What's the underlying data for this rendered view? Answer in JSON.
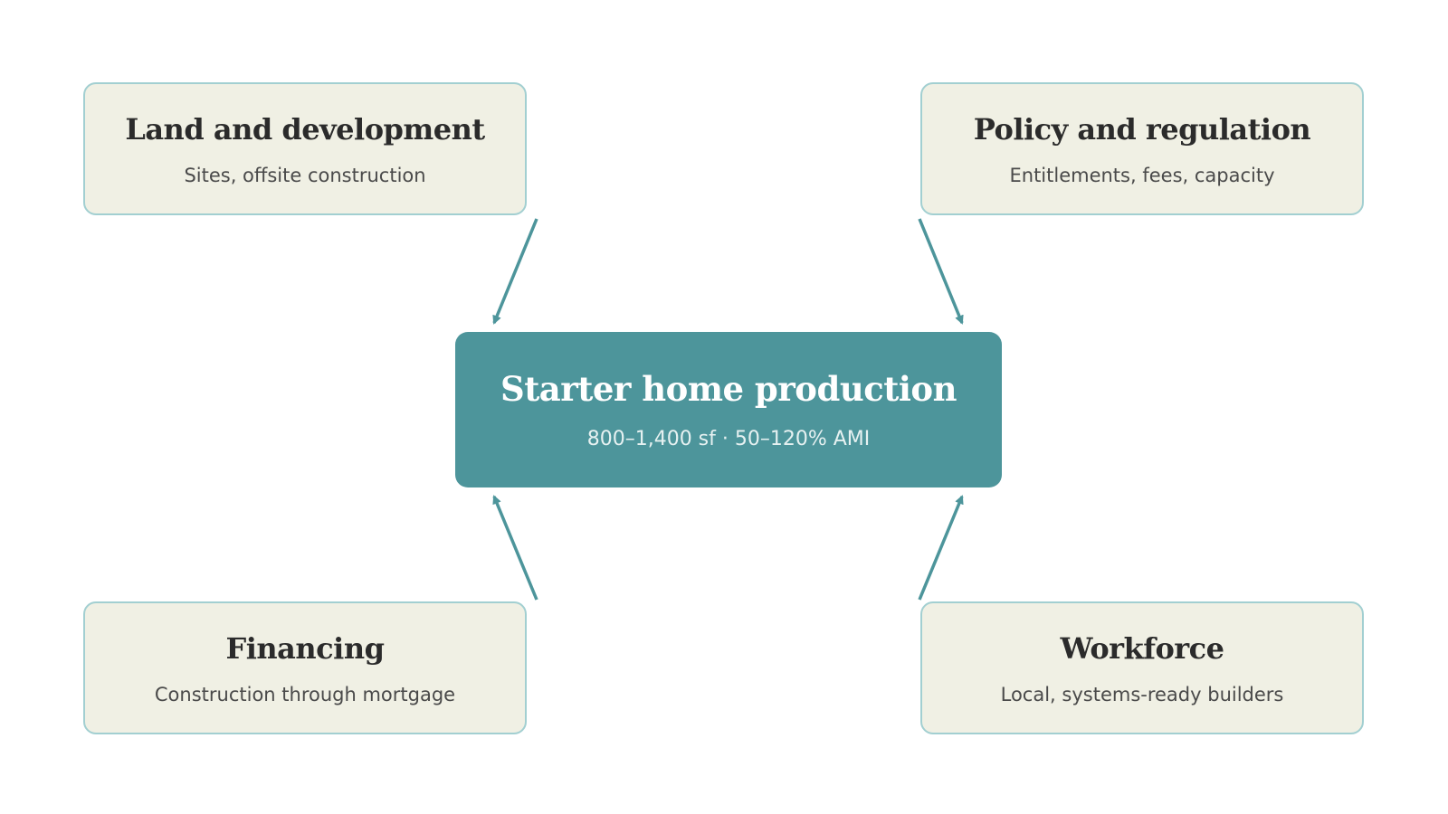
{
  "colors": {
    "accent": "#4d959b",
    "node_fill": "#f0f0e4",
    "node_border": "#a2cfd1",
    "arrow": "#4d959b"
  },
  "center": {
    "title": "Starter home production",
    "subtitle": "800–1,400 sf · 50–120% AMI"
  },
  "nodes": {
    "land": {
      "title": "Land and development",
      "subtitle": "Sites, offsite construction"
    },
    "policy": {
      "title": "Policy and regulation",
      "subtitle": "Entitlements, fees, capacity"
    },
    "financing": {
      "title": "Financing",
      "subtitle": "Construction through mortgage"
    },
    "workforce": {
      "title": "Workforce",
      "subtitle": "Local, systems-ready builders"
    }
  },
  "edges": [
    {
      "from": "land",
      "to": "center"
    },
    {
      "from": "policy",
      "to": "center"
    },
    {
      "from": "financing",
      "to": "center"
    },
    {
      "from": "workforce",
      "to": "center"
    }
  ]
}
